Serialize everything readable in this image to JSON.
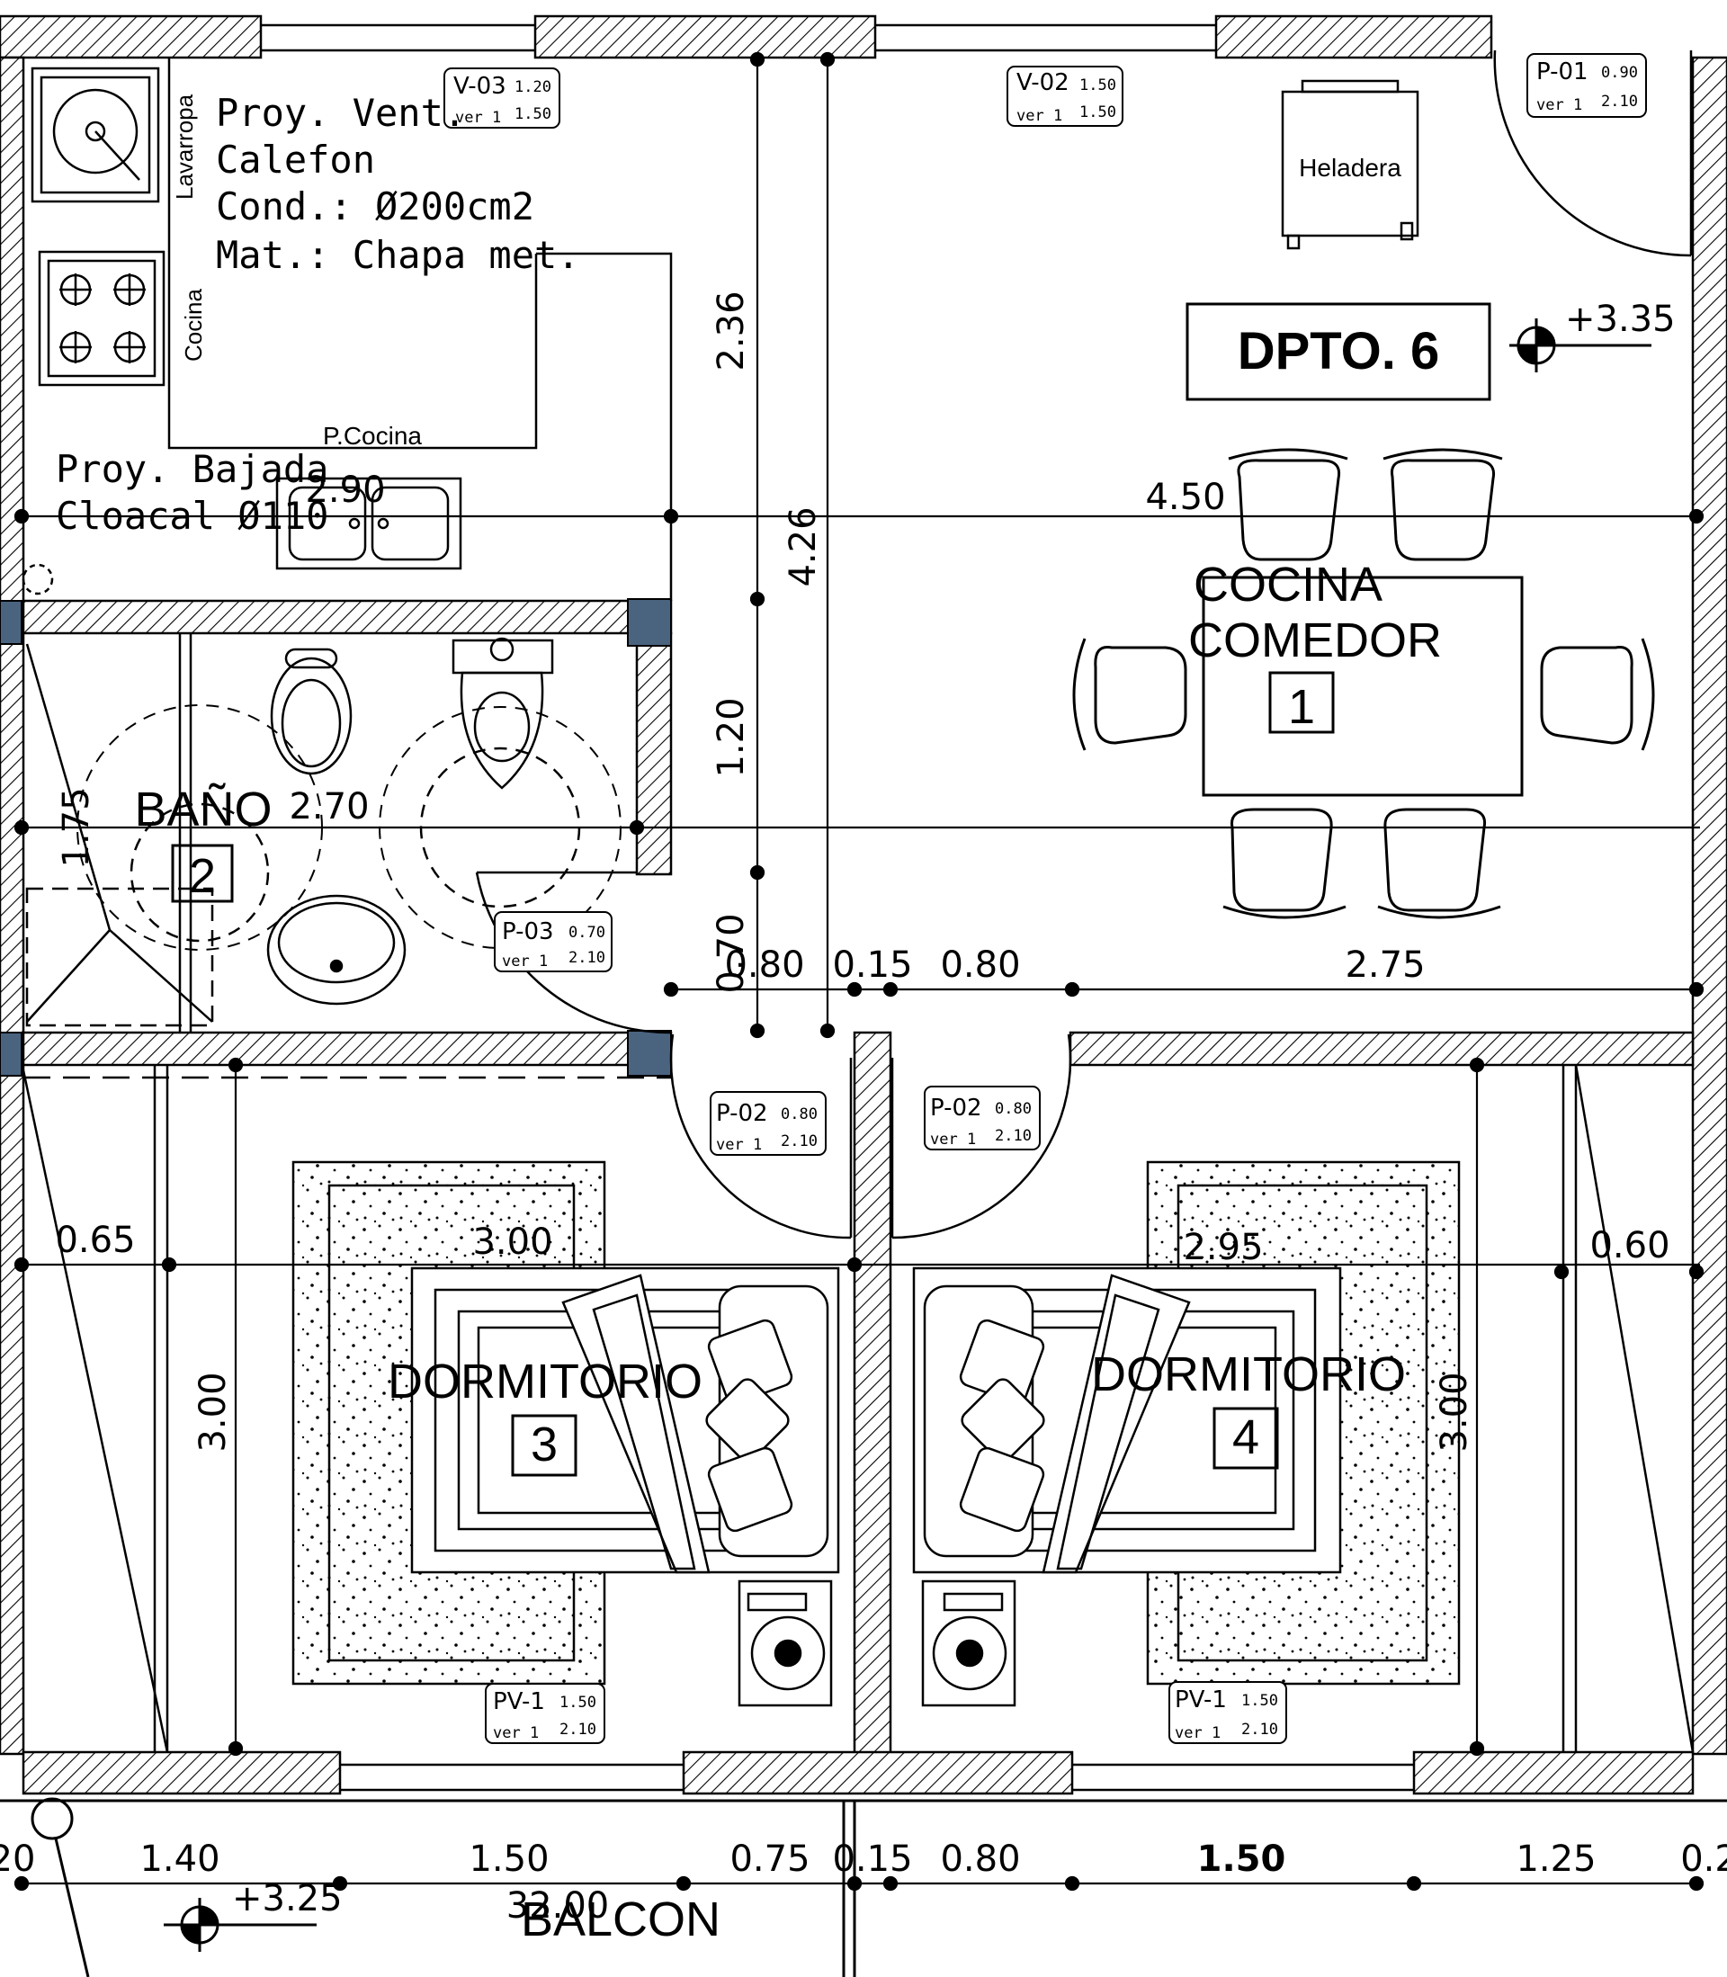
{
  "apartment_label": "DPTO. 6",
  "levels": {
    "main": "+3.35",
    "balcony": "+3.25"
  },
  "rooms": {
    "cocina_comedor": {
      "line1": "COCINA",
      "line2": "COMEDOR",
      "number": "1",
      "width_dim": "4.50"
    },
    "bano": {
      "name": "BAÑO",
      "number": "2",
      "width_dim": "2.70",
      "depth_dim": "1.75"
    },
    "dormitorio_3": {
      "name": "DORMITORIO",
      "number": "3",
      "width_dim": "3.00",
      "left_dim": "0.65",
      "depth_dim": "3.00"
    },
    "dormitorio_4": {
      "name": "DORMITORIO",
      "number": "4",
      "width_dim": "2.95",
      "right_dim": "0.60",
      "depth_dim": "3.00"
    },
    "balcon": {
      "name": "BALCON",
      "dim": "32.00"
    }
  },
  "fixtures": {
    "heladera": "Heladera",
    "lavarropa": "Lavarropa",
    "cocina": "Cocina",
    "p_cocina": "P.Cocina",
    "kitchen_width": "2.90"
  },
  "notes": {
    "vent": [
      "Proy. Vent.",
      "Calefon",
      "Cond.: Ø200cm2",
      "Mat.: Chapa met."
    ],
    "sewer": [
      "Proy. Bajada",
      "Cloacal Ø110"
    ]
  },
  "openings": [
    {
      "code": "V-03",
      "w": "1.20",
      "h": "1.50",
      "cap": "ver 1"
    },
    {
      "code": "V-02",
      "w": "1.50",
      "h": "1.50",
      "cap": "ver 1"
    },
    {
      "code": "P-01",
      "w": "0.90",
      "h": "2.10",
      "cap": "ver 1"
    },
    {
      "code": "P-03",
      "w": "0.70",
      "h": "2.10",
      "cap": "ver 1"
    },
    {
      "code": "P-02",
      "w": "0.80",
      "h": "2.10",
      "cap": "ver 1"
    },
    {
      "code": "P-02",
      "w": "0.80",
      "h": "2.10",
      "cap": "ver 1"
    },
    {
      "code": "PV-1",
      "w": "1.50",
      "h": "2.10",
      "cap": "ver 1"
    },
    {
      "code": "PV-1",
      "w": "1.50",
      "h": "2.10",
      "cap": "ver 1"
    }
  ],
  "dimensions": {
    "vertical_left": [
      "2.36",
      "4.26",
      "1.20",
      "0.70"
    ],
    "hall_row": [
      "0.80",
      "0.15",
      "0.80",
      "2.75"
    ],
    "bottom_row": [
      "20",
      "1.40",
      "1.50",
      "0.75",
      "0.15",
      "0.80",
      "1.50",
      "1.25",
      "0.2"
    ]
  },
  "colors": {
    "line": "#000000",
    "hatch": "#000000",
    "column": "#4a6480",
    "background": "#ffffff"
  }
}
